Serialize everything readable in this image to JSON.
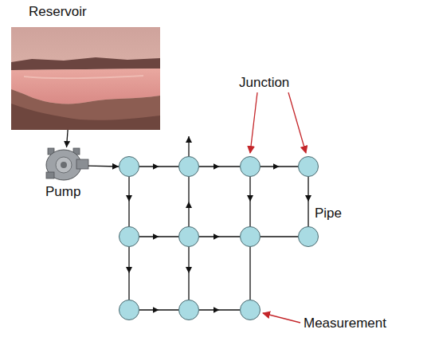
{
  "diagram": {
    "nodes": [
      {
        "text": [
          "Reservoir"
        ]
      },
      {
        "text": [
          "Pump"
        ]
      },
      {
        "text": []
      },
      {
        "text": []
      },
      {
        "text": []
      },
      {
        "text": []
      },
      {
        "text": []
      },
      {
        "text": []
      },
      {
        "text": []
      },
      {
        "text": []
      },
      {
        "text": []
      },
      {
        "text": []
      },
      {
        "text": []
      }
    ],
    "edges": [
      {
        "from": 0,
        "to": 1,
        "arrow": "to"
      },
      {
        "from": 1,
        "to": 2,
        "arrow": "to"
      },
      {
        "from": 2,
        "to": 3,
        "arrow": "to"
      },
      {
        "from": 3,
        "to": 4,
        "arrow": "to"
      },
      {
        "from": 4,
        "to": 5,
        "arrow": "to"
      },
      {
        "from": 2,
        "to": 6,
        "arrow": "to"
      },
      {
        "from": 4,
        "to": 8,
        "arrow": "to"
      },
      {
        "from": 5,
        "to": 9,
        "arrow": "to"
      },
      {
        "from": 6,
        "to": 7,
        "arrow": "to"
      },
      {
        "from": 7,
        "to": 8,
        "arrow": "to"
      },
      {
        "from": 8,
        "to": 9,
        "arrow": "none"
      },
      {
        "from": 7,
        "to": 3,
        "arrow": "to"
      },
      {
        "from": 6,
        "to": 10,
        "arrow": "to"
      },
      {
        "from": 7,
        "to": 11,
        "arrow": "to"
      },
      {
        "from": 8,
        "to": 12,
        "arrow": "none"
      },
      {
        "from": 10,
        "to": 11,
        "arrow": "to"
      },
      {
        "from": 11,
        "to": 12,
        "arrow": "to"
      }
    ],
    "labels": [
      "Junction",
      "Pipe",
      "Measurement"
    ]
  }
}
